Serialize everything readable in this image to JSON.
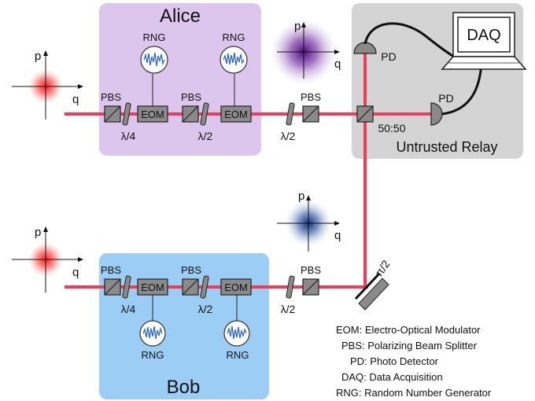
{
  "alice": {
    "title": "Alice",
    "rng1": "RNG",
    "rng2": "RNG",
    "pbs1": "PBS",
    "pbs2": "PBS",
    "pbs3": "PBS",
    "eom1": "EOM",
    "eom2": "EOM",
    "wp_quarter": "λ/4",
    "wp_half1": "λ/2",
    "wp_half2": "λ/2",
    "axis_p": "p",
    "axis_q": "q",
    "mod_axis_p": "p",
    "mod_axis_q": "q"
  },
  "bob": {
    "title": "Bob",
    "rng1": "RNG",
    "rng2": "RNG",
    "pbs1": "PBS",
    "pbs2": "PBS",
    "pbs3": "PBS",
    "eom1": "EOM",
    "eom2": "EOM",
    "wp_quarter": "λ/4",
    "wp_half1": "λ/2",
    "wp_half2": "λ/2",
    "axis_p": "p",
    "axis_q": "q",
    "mod_axis_p": "p",
    "mod_axis_q": "q",
    "phase_label": "π/2"
  },
  "relay": {
    "title": "Untrusted Relay",
    "daq": "DAQ",
    "pd1": "PD",
    "pd2": "PD",
    "splitter": "50:50"
  },
  "legend": {
    "items": [
      "EOM: Electro-Optical Modulator",
      "PBS: Polarizing Beam Splitter",
      "PD: Photo Detector",
      "DAQ: Data Acquisition",
      "RNG: Random Number Generator"
    ]
  },
  "colors": {
    "alice_panel": "#dcc6ee",
    "bob_panel": "#9ccdf4",
    "relay_panel": "#d4d4d4",
    "beam": "#ef3b56",
    "component": "#8a8a8a",
    "alice_state": "#6a1f9a",
    "bob_state": "#1d3f7a",
    "noise": "#2f66c4"
  }
}
